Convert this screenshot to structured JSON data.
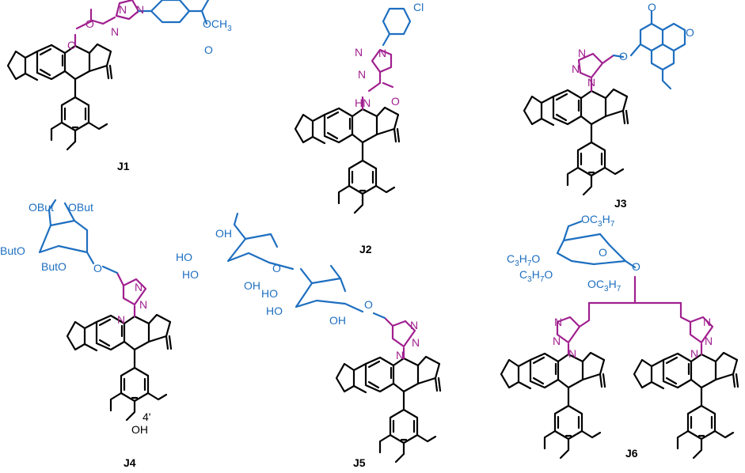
{
  "compounds": [
    {
      "id": "J1",
      "label": "J1"
    },
    {
      "id": "J2",
      "label": "J2"
    },
    {
      "id": "J3",
      "label": "J3"
    },
    {
      "id": "J4",
      "label": "J4"
    },
    {
      "id": "J5",
      "label": "J5"
    },
    {
      "id": "J6",
      "label": "J6"
    }
  ],
  "atom_labels": {
    "O": "O",
    "N": "N",
    "Cl": "Cl",
    "HN": "HN",
    "OH": "OH",
    "OCH3": "OCH",
    "sub3": "3",
    "sub7": "7",
    "OBut": "OBut",
    "ButO": "ButO",
    "OC3H7": "OC",
    "C3H7O": "C",
    "H": "H",
    "four_prime": "4'"
  },
  "colors": {
    "core": "#000000",
    "substituent": "#1e6fc0",
    "linker": "#a0208f"
  }
}
